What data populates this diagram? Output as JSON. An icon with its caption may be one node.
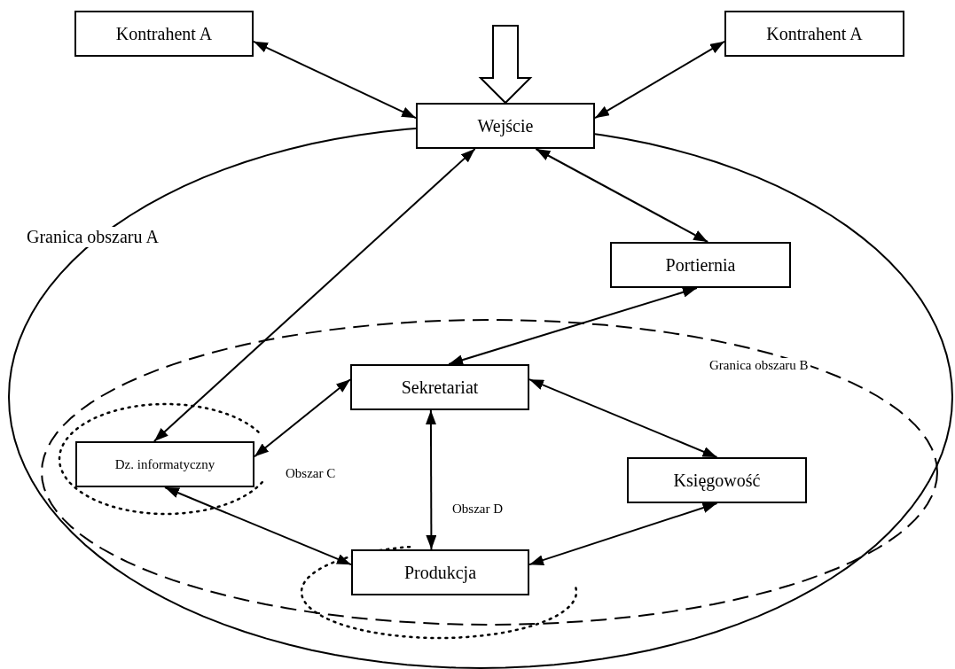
{
  "diagram": {
    "nodes": [
      {
        "text": [
          "Kontrahent A"
        ]
      },
      {
        "text": [
          "Kontrahent A"
        ]
      },
      {
        "text": [
          "Wejście"
        ]
      },
      {
        "text": [
          "Portiernia"
        ]
      },
      {
        "text": [
          "Sekretariat"
        ]
      },
      {
        "text": [
          "Dz. informatyczny"
        ]
      },
      {
        "text": [
          "Księgowość"
        ]
      },
      {
        "text": [
          "Produkcja"
        ]
      }
    ],
    "edges": [
      {
        "from": 0,
        "to": 2,
        "arrow": "both"
      },
      {
        "from": 1,
        "to": 2,
        "arrow": "both"
      },
      {
        "from": null,
        "to": 2,
        "arrow": "to",
        "style": "thick"
      },
      {
        "from": 2,
        "to": 3,
        "arrow": "both"
      },
      {
        "from": 2,
        "to": 5,
        "arrow": "both"
      },
      {
        "from": 3,
        "to": 4,
        "arrow": "both"
      },
      {
        "from": 4,
        "to": 5,
        "arrow": "both"
      },
      {
        "from": 4,
        "to": 6,
        "arrow": "both"
      },
      {
        "from": 4,
        "to": 7,
        "arrow": "both"
      },
      {
        "from": 5,
        "to": 7,
        "arrow": "both"
      },
      {
        "from": 7,
        "to": 6,
        "arrow": "both"
      }
    ],
    "labels": [
      "Granica obszaru A",
      "Granica obszaru B",
      "Obszar C",
      "Obszar D"
    ]
  }
}
